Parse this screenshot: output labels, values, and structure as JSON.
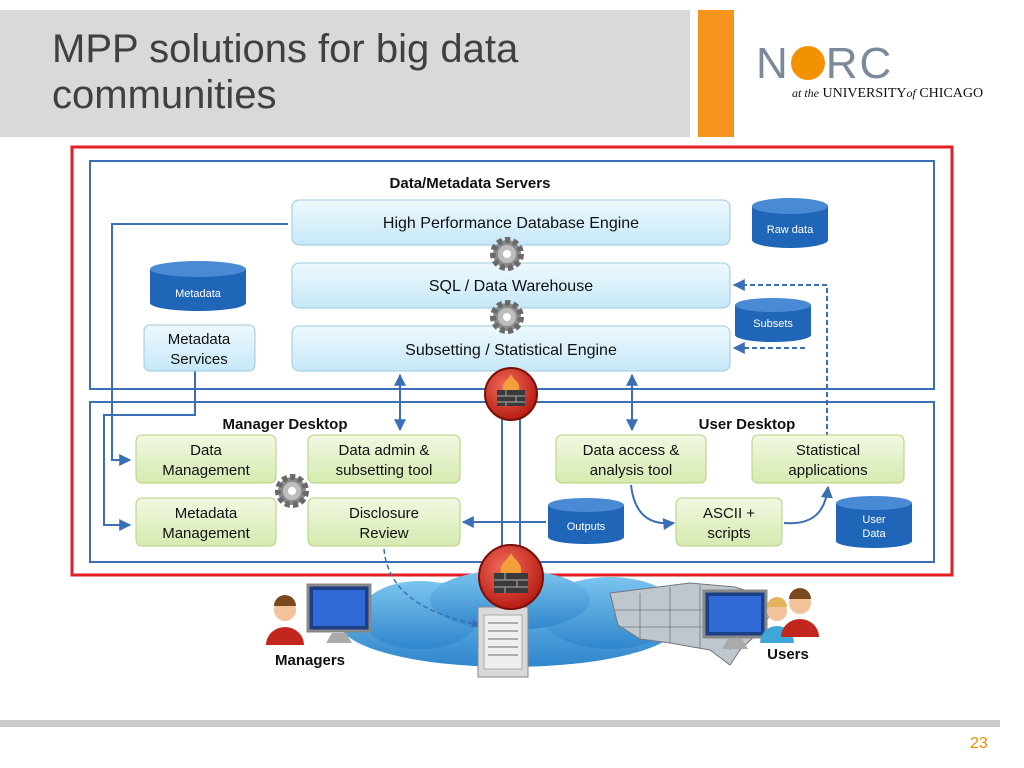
{
  "slide": {
    "title_line1": "MPP solutions for big data",
    "title_line2": "communities",
    "page_number": "23"
  },
  "logo": {
    "word_n": "N",
    "word_rc": "RC",
    "sub_the": "at the",
    "sub_university": "UNIVERSITY",
    "sub_of": "of",
    "sub_chicago": "CHICAGO"
  },
  "diagram": {
    "servers_title": "Data/Metadata Servers",
    "hpde": "High Performance  Database Engine",
    "sql": "SQL / Data Warehouse",
    "subsetting_engine": "Subsetting / Statistical Engine",
    "raw_data": "Raw data",
    "subsets": "Subsets",
    "metadata_db": "Metadata",
    "metadata_services_1": "Metadata",
    "metadata_services_2": "Services",
    "manager_desktop": "Manager Desktop",
    "user_desktop": "User Desktop",
    "data_management_1": "Data",
    "data_management_2": "Management",
    "data_admin_1": "Data admin &",
    "data_admin_2": "subsetting tool",
    "metadata_management_1": "Metadata",
    "metadata_management_2": "Management",
    "disclosure_1": "Disclosure",
    "disclosure_2": "Review",
    "data_access_1": "Data access &",
    "data_access_2": "analysis tool",
    "statistical_1": "Statistical",
    "statistical_2": "applications",
    "ascii_1": "ASCII +",
    "ascii_2": "scripts",
    "outputs": "Outputs",
    "user_data_1": "User",
    "user_data_2": "Data",
    "managers": "Managers",
    "users": "Users"
  },
  "colors": {
    "accent_orange": "#f7941d",
    "outer_frame": "#e31e24",
    "server_box_fill": "#dff2fb",
    "desktop_box_fill": "#e3f1c9",
    "db_cylinder": "#1f65b8",
    "firewall": "#c8271d"
  },
  "icons": [
    "gear-icon",
    "firewall-icon",
    "database-icon",
    "cloud-icon",
    "server-icon",
    "monitor-icon",
    "person-icon",
    "us-map-icon"
  ]
}
